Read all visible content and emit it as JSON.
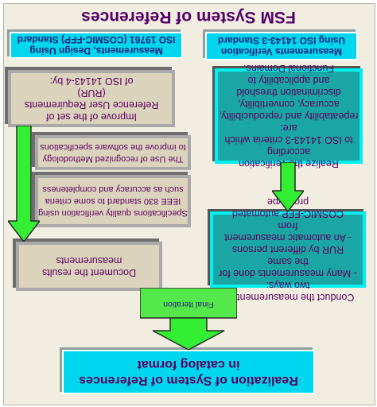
{
  "title": "FSM System of References",
  "left_header": [
    "Measurements, Design Using",
    "ISO 19761 (COSMIC-FFP) Standard"
  ],
  "right_header": [
    "Measurements Verification",
    "Using ISO 14143-3 Standard"
  ],
  "left_box_1": [
    "Improve of the set of",
    "Reference User Requirements (RUR)",
    "of ISO 14143-4 by:"
  ],
  "left_box_2": [
    "The Use of recognized Methodology",
    "to improve the software specifications"
  ],
  "left_box_3": [
    "Specifications quality verification using",
    "IEEE 830 standard to some criteria",
    "such as accuracy and completeness"
  ],
  "left_box_4": [
    "Document the results measurements"
  ],
  "right_box_1": [
    "Realize the verification according",
    "to ISO 14143-3 criteria which are:",
    "repeatability and reproducibility,",
    "accuracy, convertibility,",
    "discrimination threshold",
    "and applicability to",
    "Functional Domains."
  ],
  "right_box_2": [
    "Conduct the measurements in two ways:",
    "- Many measurements done for the same",
    "RUR by different persons",
    "- An automatic measurement from",
    "COSMIC-FFP automated prototype"
  ],
  "final_iteration": "Final Iteration",
  "top_box": [
    "Realization of System of References",
    "in catalog format"
  ],
  "colors": {
    "arrow_green": "#33ee33",
    "cyan": "#00d7ee",
    "teal": "#1aa6a4",
    "tan": "#dcd3bd",
    "title_purple": "#55006a"
  }
}
